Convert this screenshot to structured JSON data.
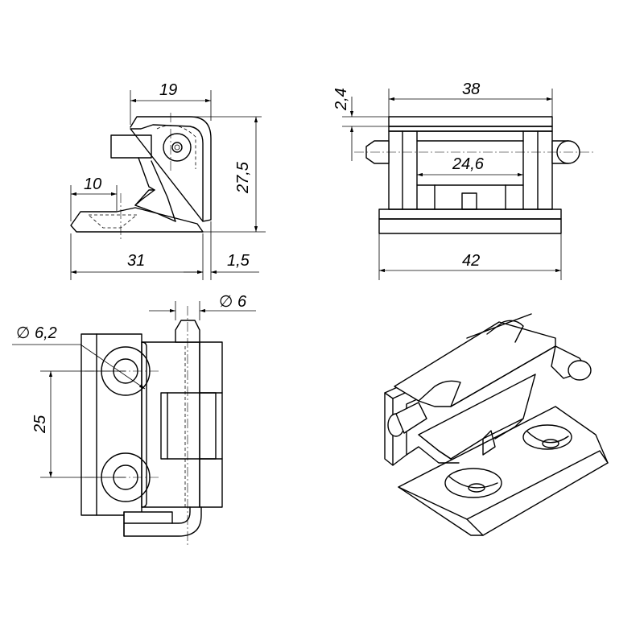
{
  "drawing": {
    "title": "",
    "accent": "#000000",
    "background": "#ffffff"
  },
  "dimensions": {
    "side_view": {
      "width_top": "19",
      "height": "27,5",
      "hole_offset": "10",
      "width_base": "31",
      "gap": "1,5"
    },
    "front_view": {
      "thickness": "2,4",
      "width_top": "38",
      "inner": "24,6",
      "width_base": "42"
    },
    "top_view": {
      "hole_diameter": "∅ 6,2",
      "pin_diameter": "∅ 6",
      "hole_spacing": "25"
    }
  }
}
